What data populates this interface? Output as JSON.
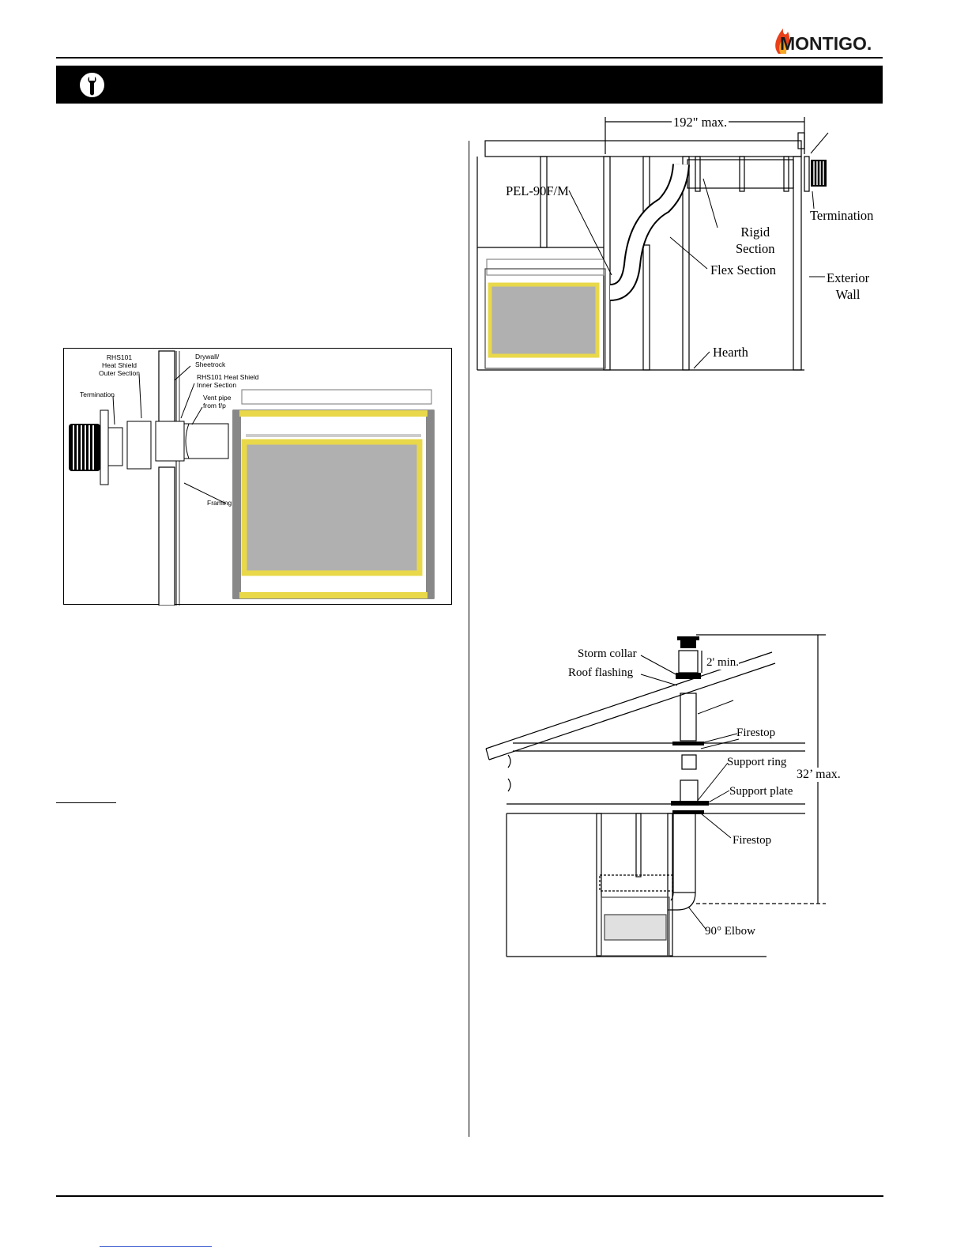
{
  "header": {
    "logo_text": "MONTIGO."
  },
  "figure_wall_detail": {
    "labels": {
      "rhs_outer": "RHS101 Heat Shield Outer Section",
      "rhs_outer_l1": "RHS101",
      "rhs_outer_l2": "Heat Shield",
      "rhs_outer_l3": "Outer Section",
      "termination": "Termination",
      "drywall_l1": "Drywall/",
      "drywall_l2": "Sheetrock",
      "rhs_inner_l1": "RHS101 Heat Shield",
      "rhs_inner_l2": "Inner Section",
      "vent_l1": "Vent pipe",
      "vent_l2": "from f/p",
      "framing": "Framing"
    }
  },
  "figure_horizontal": {
    "labels": {
      "max_run": "192\" max.",
      "pel": "PEL-90F/M",
      "termination": "Termination",
      "rigid_l1": "Rigid",
      "rigid_l2": "Section",
      "flex": "Flex Section",
      "exterior_l1": "Exterior",
      "exterior_l2": "Wall",
      "hearth": "Hearth"
    }
  },
  "figure_vertical": {
    "labels": {
      "storm_collar": "Storm collar",
      "roof_flashing": "Roof flashing",
      "min_height": "2' min.",
      "firestop_upper": "Firestop",
      "support_ring": "Support ring",
      "max_height": "32’ max.",
      "support_plate": "Support plate",
      "firestop_lower": "Firestop",
      "elbow": "90° Elbow"
    }
  },
  "colors": {
    "frame_yellow": "#e8d84a",
    "glass_grey": "#b0b0b0",
    "banner": "#000000",
    "flame": "#e8401a"
  }
}
